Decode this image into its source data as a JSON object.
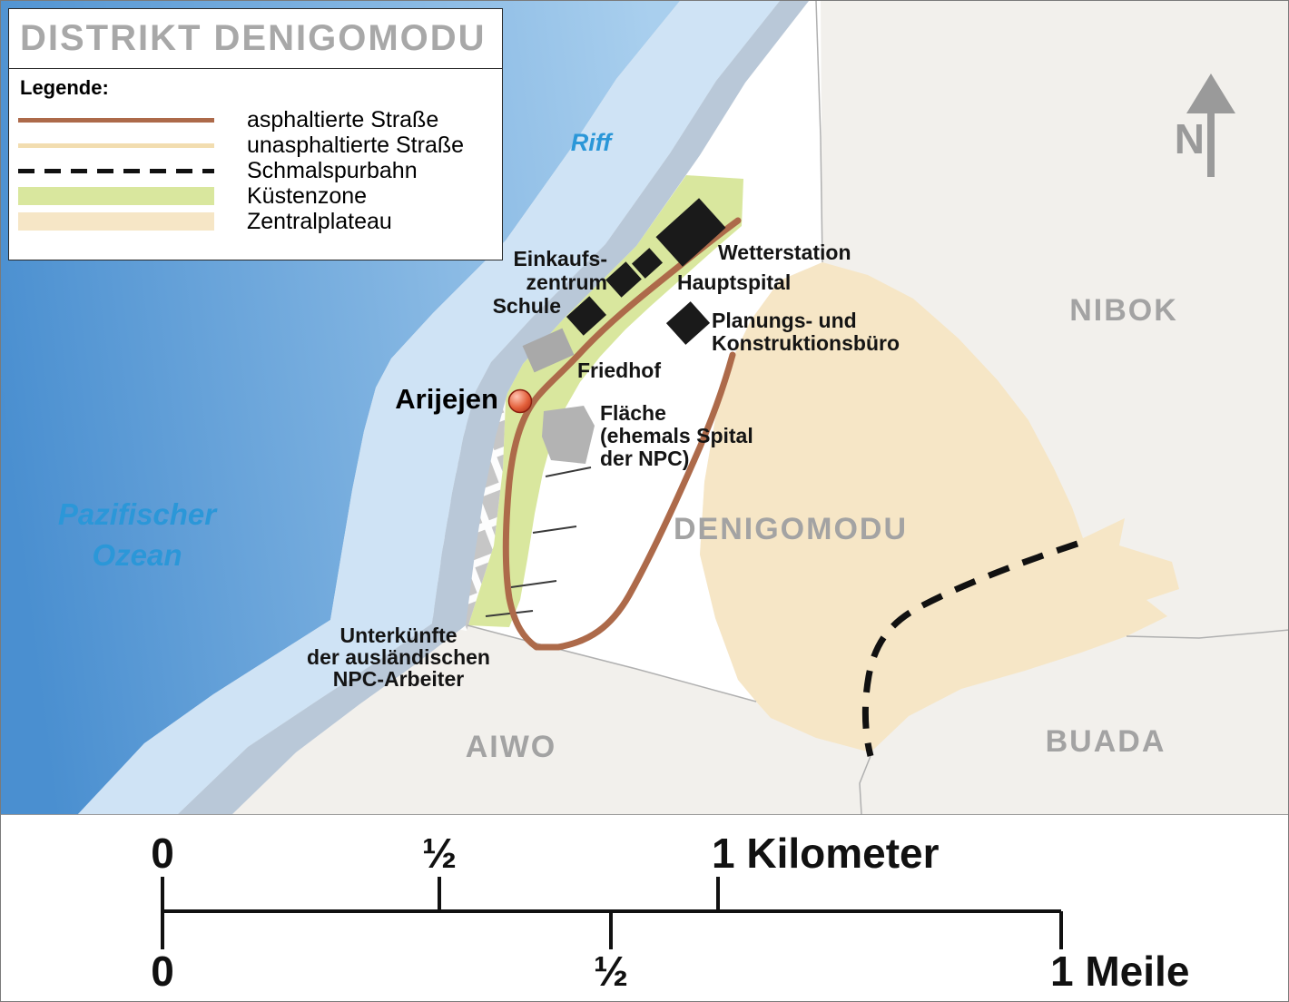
{
  "title": "DISTRIKT DENIGOMODU",
  "legend": {
    "heading": "Legende:",
    "items": [
      {
        "label": "asphaltierte Straße",
        "type": "line",
        "color": "#ad6a4a"
      },
      {
        "label": "unasphaltierte Straße",
        "type": "line",
        "color": "#f2ddb0"
      },
      {
        "label": "Schmalspurbahn",
        "type": "dashed-line",
        "color": "#111111"
      },
      {
        "label": "Küstenzone",
        "type": "area",
        "color": "#d9e79e"
      },
      {
        "label": "Zentralplateau",
        "type": "area",
        "color": "#f6e6c6"
      }
    ]
  },
  "labels": {
    "ocean_line1": "Pazifischer",
    "ocean_line2": "Ozean",
    "reef": "Riff",
    "district_nibok": "NIBOK",
    "district_buada": "BUADA",
    "district_aiwo": "AIWO",
    "district_denigomodu": "DENIGOMODU",
    "settlement": "Arijejen",
    "poi_shopping_1": "Einkaufs-",
    "poi_shopping_2": "zentrum",
    "poi_school": "Schule",
    "poi_weather": "Wetterstation",
    "poi_hospital": "Hauptspital",
    "poi_planning_1": "Planungs- und",
    "poi_planning_2": "Konstruktionsbüro",
    "poi_cemetery": "Friedhof",
    "poi_area_1": "Fläche",
    "poi_area_2": "(ehemals Spital",
    "poi_area_3": "der NPC)",
    "poi_housing_1": "Unterkünfte",
    "poi_housing_2": "der ausländischen",
    "poi_housing_3": "NPC-Arbeiter"
  },
  "compass": {
    "letter": "N"
  },
  "scale": {
    "km": {
      "zero": "0",
      "half": "½",
      "full": "1 Kilometer"
    },
    "mile": {
      "zero": "0",
      "half": "½",
      "full": "1 Meile"
    }
  },
  "colors": {
    "ocean_deep": "#4a8fd0",
    "ocean_light": "#a9cfee",
    "reef_band": "#cfe3f5",
    "shore_band": "#b9c8d8",
    "coastal_zone": "#d9e79e",
    "central_plateau": "#f6e6c6",
    "road_paved": "#ad6a4a",
    "road_unpaved": "#f2ddb0",
    "railway": "#111111",
    "district_label": "#a3a3a3",
    "water_label": "#2b97d8",
    "marker_red": "#d94f2b",
    "building_black": "#1a1a1a",
    "building_gray": "#a9a9a9"
  }
}
